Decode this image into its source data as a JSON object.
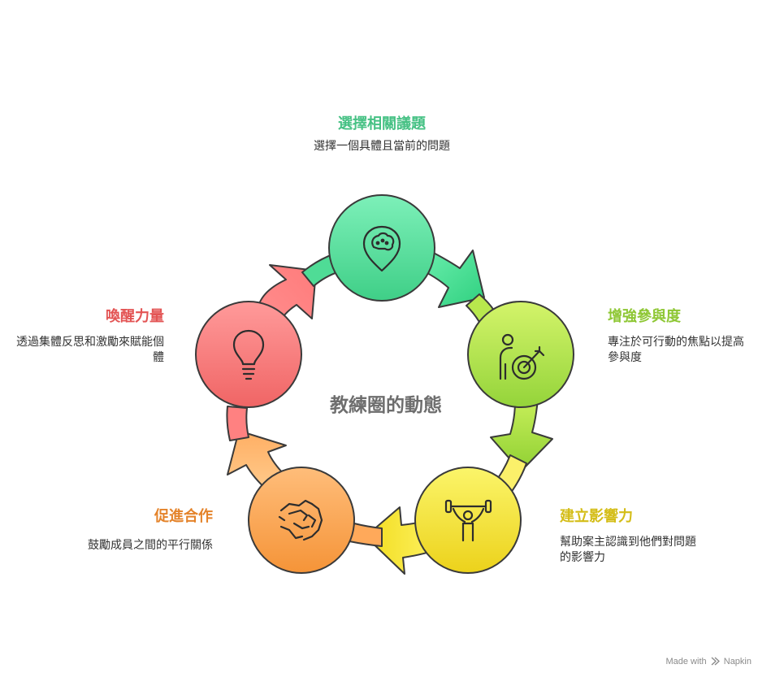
{
  "diagram": {
    "title": "教練圈的動態",
    "steps": [
      {
        "title": "選擇相關議題",
        "desc": "選擇一個具體且當前的問題",
        "icon": "head-idea-pin-icon",
        "color": "#4ccf8a"
      },
      {
        "title": "增強參與度",
        "desc": "專注於可行動的焦點以提高參與度",
        "icon": "person-target-icon",
        "color": "#9ed43b"
      },
      {
        "title": "建立影響力",
        "desc": "幫助案主認識到他們對問題的影響力",
        "icon": "weightlifter-icon",
        "color": "#d6c01a"
      },
      {
        "title": "促進合作",
        "desc": "鼓勵成員之間的平行關係",
        "icon": "handshake-icon",
        "color": "#e8872b"
      },
      {
        "title": "喚醒力量",
        "desc": "透過集體反思和激勵來賦能個體",
        "icon": "lightbulb-icon",
        "color": "#e55a5a"
      }
    ]
  },
  "footer": {
    "made_with": "Made with",
    "brand": "Napkin"
  }
}
